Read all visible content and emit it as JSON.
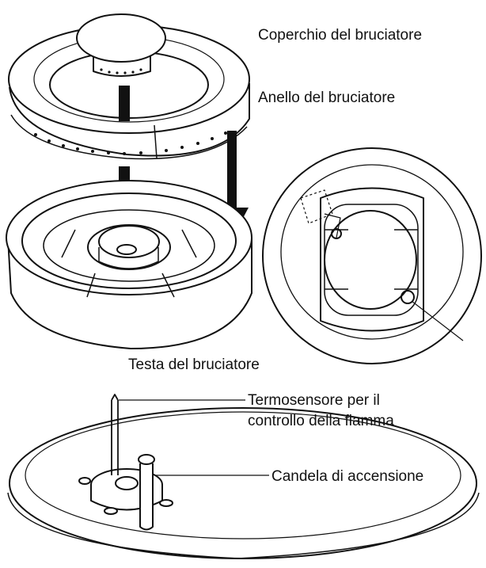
{
  "labels": {
    "burner_cap": "Coperchio del bruciatore",
    "burner_ring": "Anello del bruciatore",
    "burner_head": "Testa del bruciatore",
    "thermocouple_line1": "Termosensore per il",
    "thermocouple_line2": "controllo della fiamma",
    "ignition_plug": "Candela di accensione"
  },
  "colors": {
    "stroke": "#111111",
    "fill": "#ffffff",
    "shade": "#e6e6e6",
    "arrow": "#111111"
  },
  "icons": [
    "arrow-down-icon"
  ]
}
